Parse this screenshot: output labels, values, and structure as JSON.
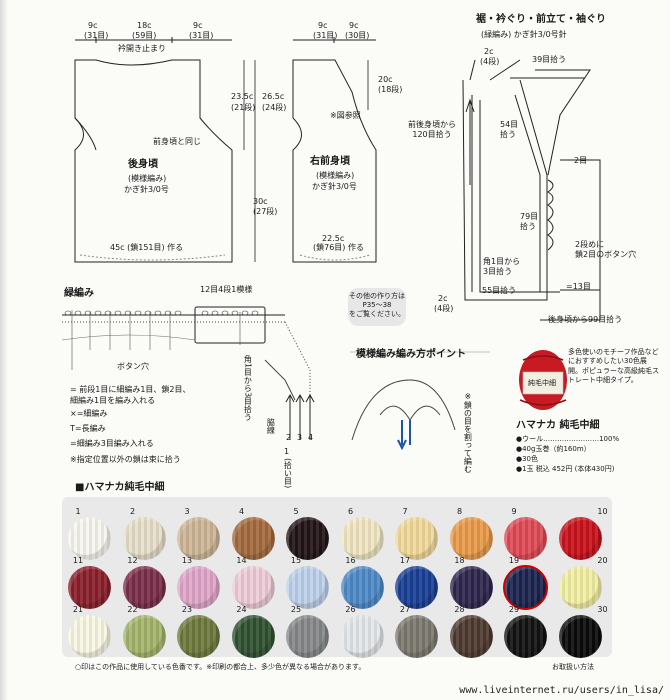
{
  "back": {
    "w_left": "9c",
    "w_left_rows": "(31目)",
    "w_mid": "18c",
    "w_mid_rows": "(59目)",
    "w_right": "9c",
    "w_right_rows": "(31目)",
    "neck_note": "衿開き止まり",
    "h1": "23.5c",
    "h1_rows": "(21段)",
    "h2": "26.5c",
    "h2_rows": "(24段)",
    "side_note": "前身頃と同じ",
    "title": "後身頃",
    "pattern": "(模様編み)",
    "hook": "かぎ針3/0号",
    "h_lower": "30c",
    "h_lower_rows": "(27段)",
    "bottom": "45c (鎖151目) 作る"
  },
  "front": {
    "w_left": "9c",
    "w_left_rows": "(31目)",
    "w_right": "9c",
    "w_right_rows": "(30目)",
    "h_top": "20c",
    "h_top_rows": "(18段)",
    "fig_ref": "※図参照",
    "title": "右前身頃",
    "pattern": "(模様編み)",
    "hook": "かぎ針3/0号",
    "bottom": "22.5c",
    "bottom_rows": "(鎖76目) 作る"
  },
  "edging": {
    "title": "裾・衿ぐり・前立て・袖ぐり",
    "sub": "(緑編み) かぎ針3/0号針",
    "top_left": "2c",
    "top_left_rows": "(4段)",
    "pick_39": "39目拾う",
    "pick_120": "前後身頃から\n120目拾う",
    "pick_54": "54目\n拾う",
    "row_2": "2目",
    "pick_79": "79目\n拾う",
    "buttonhole": "2段めに\n鎖2目のボタン穴",
    "corner": "角1目から\n3目拾う",
    "pick_55": "55目拾う",
    "mark_13": "=13目",
    "bottom_left": "2c",
    "bottom_left_rows": "(4段)",
    "pick_99": "後身頃から99目拾う"
  },
  "chart": {
    "title": "緑編み",
    "top_note": "12目4段1模様",
    "button_hole": "ボタン穴",
    "corner_note": "角1目から3目拾う",
    "edge": "脇線",
    "edge_nums": [
      "1",
      "(拾い目)"
    ],
    "arrows": [
      "2",
      "3",
      "4"
    ],
    "other_ref": "その他の作り方は\nP35～38\nをご覧ください。"
  },
  "legend": {
    "sym1": "= 前段1目に細編み1目、鎖2目、\n細編み1目を編み入れる",
    "sym2": "×=細編み",
    "sym3": "T=長編み",
    "sym4": "=細編み3目編み入れる",
    "sym5": "※指定位置以外の鎖は束に拾う"
  },
  "point": {
    "title": "模様編み編み方ポイント",
    "note": "※鎖の目を割って編む"
  },
  "product": {
    "desc": "多色使いのモチーフ作品などにおすすめしたい30色展開。ポピュラーな高級純毛ストレート中細タイプ。",
    "label_brand": "純毛中細",
    "name": "ハマナカ 純毛中細",
    "s1": "●ウール……………………100%",
    "s2": "●40g玉巻（約160m）",
    "s3": "●30色",
    "s4": "●1玉 税込 452円 (本体430円)"
  },
  "color_section": {
    "title": "■ハマナカ純毛中細",
    "swatches": [
      {
        "n": "1",
        "c": "#f6f5ef"
      },
      {
        "n": "2",
        "c": "#e6dfc9"
      },
      {
        "n": "3",
        "c": "#cdb697"
      },
      {
        "n": "4",
        "c": "#a46a3c"
      },
      {
        "n": "5",
        "c": "#221416"
      },
      {
        "n": "6",
        "c": "#f1e6c3"
      },
      {
        "n": "7",
        "c": "#f2d99a"
      },
      {
        "n": "8",
        "c": "#e89a48"
      },
      {
        "n": "9",
        "c": "#df4a55"
      },
      {
        "n": "10",
        "c": "#c8121c"
      },
      {
        "n": "11",
        "c": "#8a1f2b"
      },
      {
        "n": "12",
        "c": "#7b2e4a"
      },
      {
        "n": "13",
        "c": "#e0a5c9"
      },
      {
        "n": "14",
        "c": "#eecbd6"
      },
      {
        "n": "15",
        "c": "#bcd1ea"
      },
      {
        "n": "16",
        "c": "#4e8ac8"
      },
      {
        "n": "17",
        "c": "#1a3f96"
      },
      {
        "n": "18",
        "c": "#2f264d"
      },
      {
        "n": "19",
        "c": "#1b2450"
      },
      {
        "n": "20",
        "c": "#f2efa3"
      },
      {
        "n": "21",
        "c": "#f7f6e3"
      },
      {
        "n": "22",
        "c": "#a4b56b"
      },
      {
        "n": "23",
        "c": "#6d7a3d"
      },
      {
        "n": "24",
        "c": "#2f5230"
      },
      {
        "n": "25",
        "c": "#858889"
      },
      {
        "n": "26",
        "c": "#e4e7ea"
      },
      {
        "n": "27",
        "c": "#7c796f"
      },
      {
        "n": "28",
        "c": "#4e3a30"
      },
      {
        "n": "29",
        "c": "#121212"
      },
      {
        "n": "30",
        "c": "#0b0b0b"
      }
    ],
    "footnote": "○印はこの作品に使用している色番です。※印刷の都合上、多少色が異なる場合があります。",
    "washing": "お取扱い方法"
  },
  "watermark": "www.liveinternet.ru/users/in_lisa/"
}
